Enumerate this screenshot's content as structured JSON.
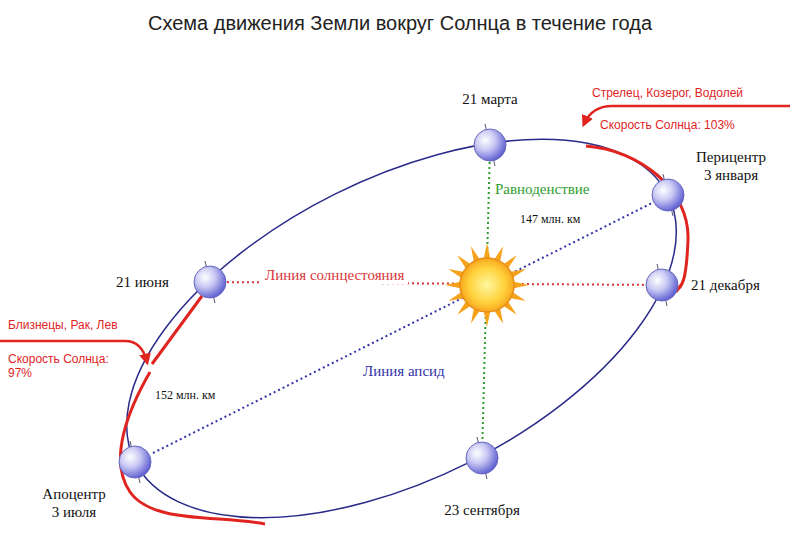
{
  "diagram": {
    "title": "Схема движения Земли вокруг Солнца в течение года",
    "nodes": [
      {
        "text": [
          "21 марта"
        ]
      },
      {
        "text": [
          "Перицентр 3 января"
        ]
      },
      {
        "text": [
          "21 июня"
        ]
      },
      {
        "text": [
          "21 декабря"
        ]
      },
      {
        "text": [
          "Апоцентр 3 июля"
        ]
      },
      {
        "text": [
          "23 сентября"
        ]
      }
    ],
    "edges": [
      {
        "from": 2,
        "to": 3,
        "arrow": "none",
        "label": "Линия солнцестояния"
      },
      {
        "from": 0,
        "to": 5,
        "arrow": "none",
        "label": "Равноденствие"
      },
      {
        "from": 1,
        "to": 4,
        "arrow": "none",
        "label": "Линия апсид"
      }
    ],
    "labels": [
      "Стрелец, Козерог, Водолей",
      "Скорость Солнца: 103%",
      "Близнецы, Рак, Лев",
      "Скорость Солнца: 97%",
      "147 млн. км",
      "152 млн. км"
    ]
  }
}
